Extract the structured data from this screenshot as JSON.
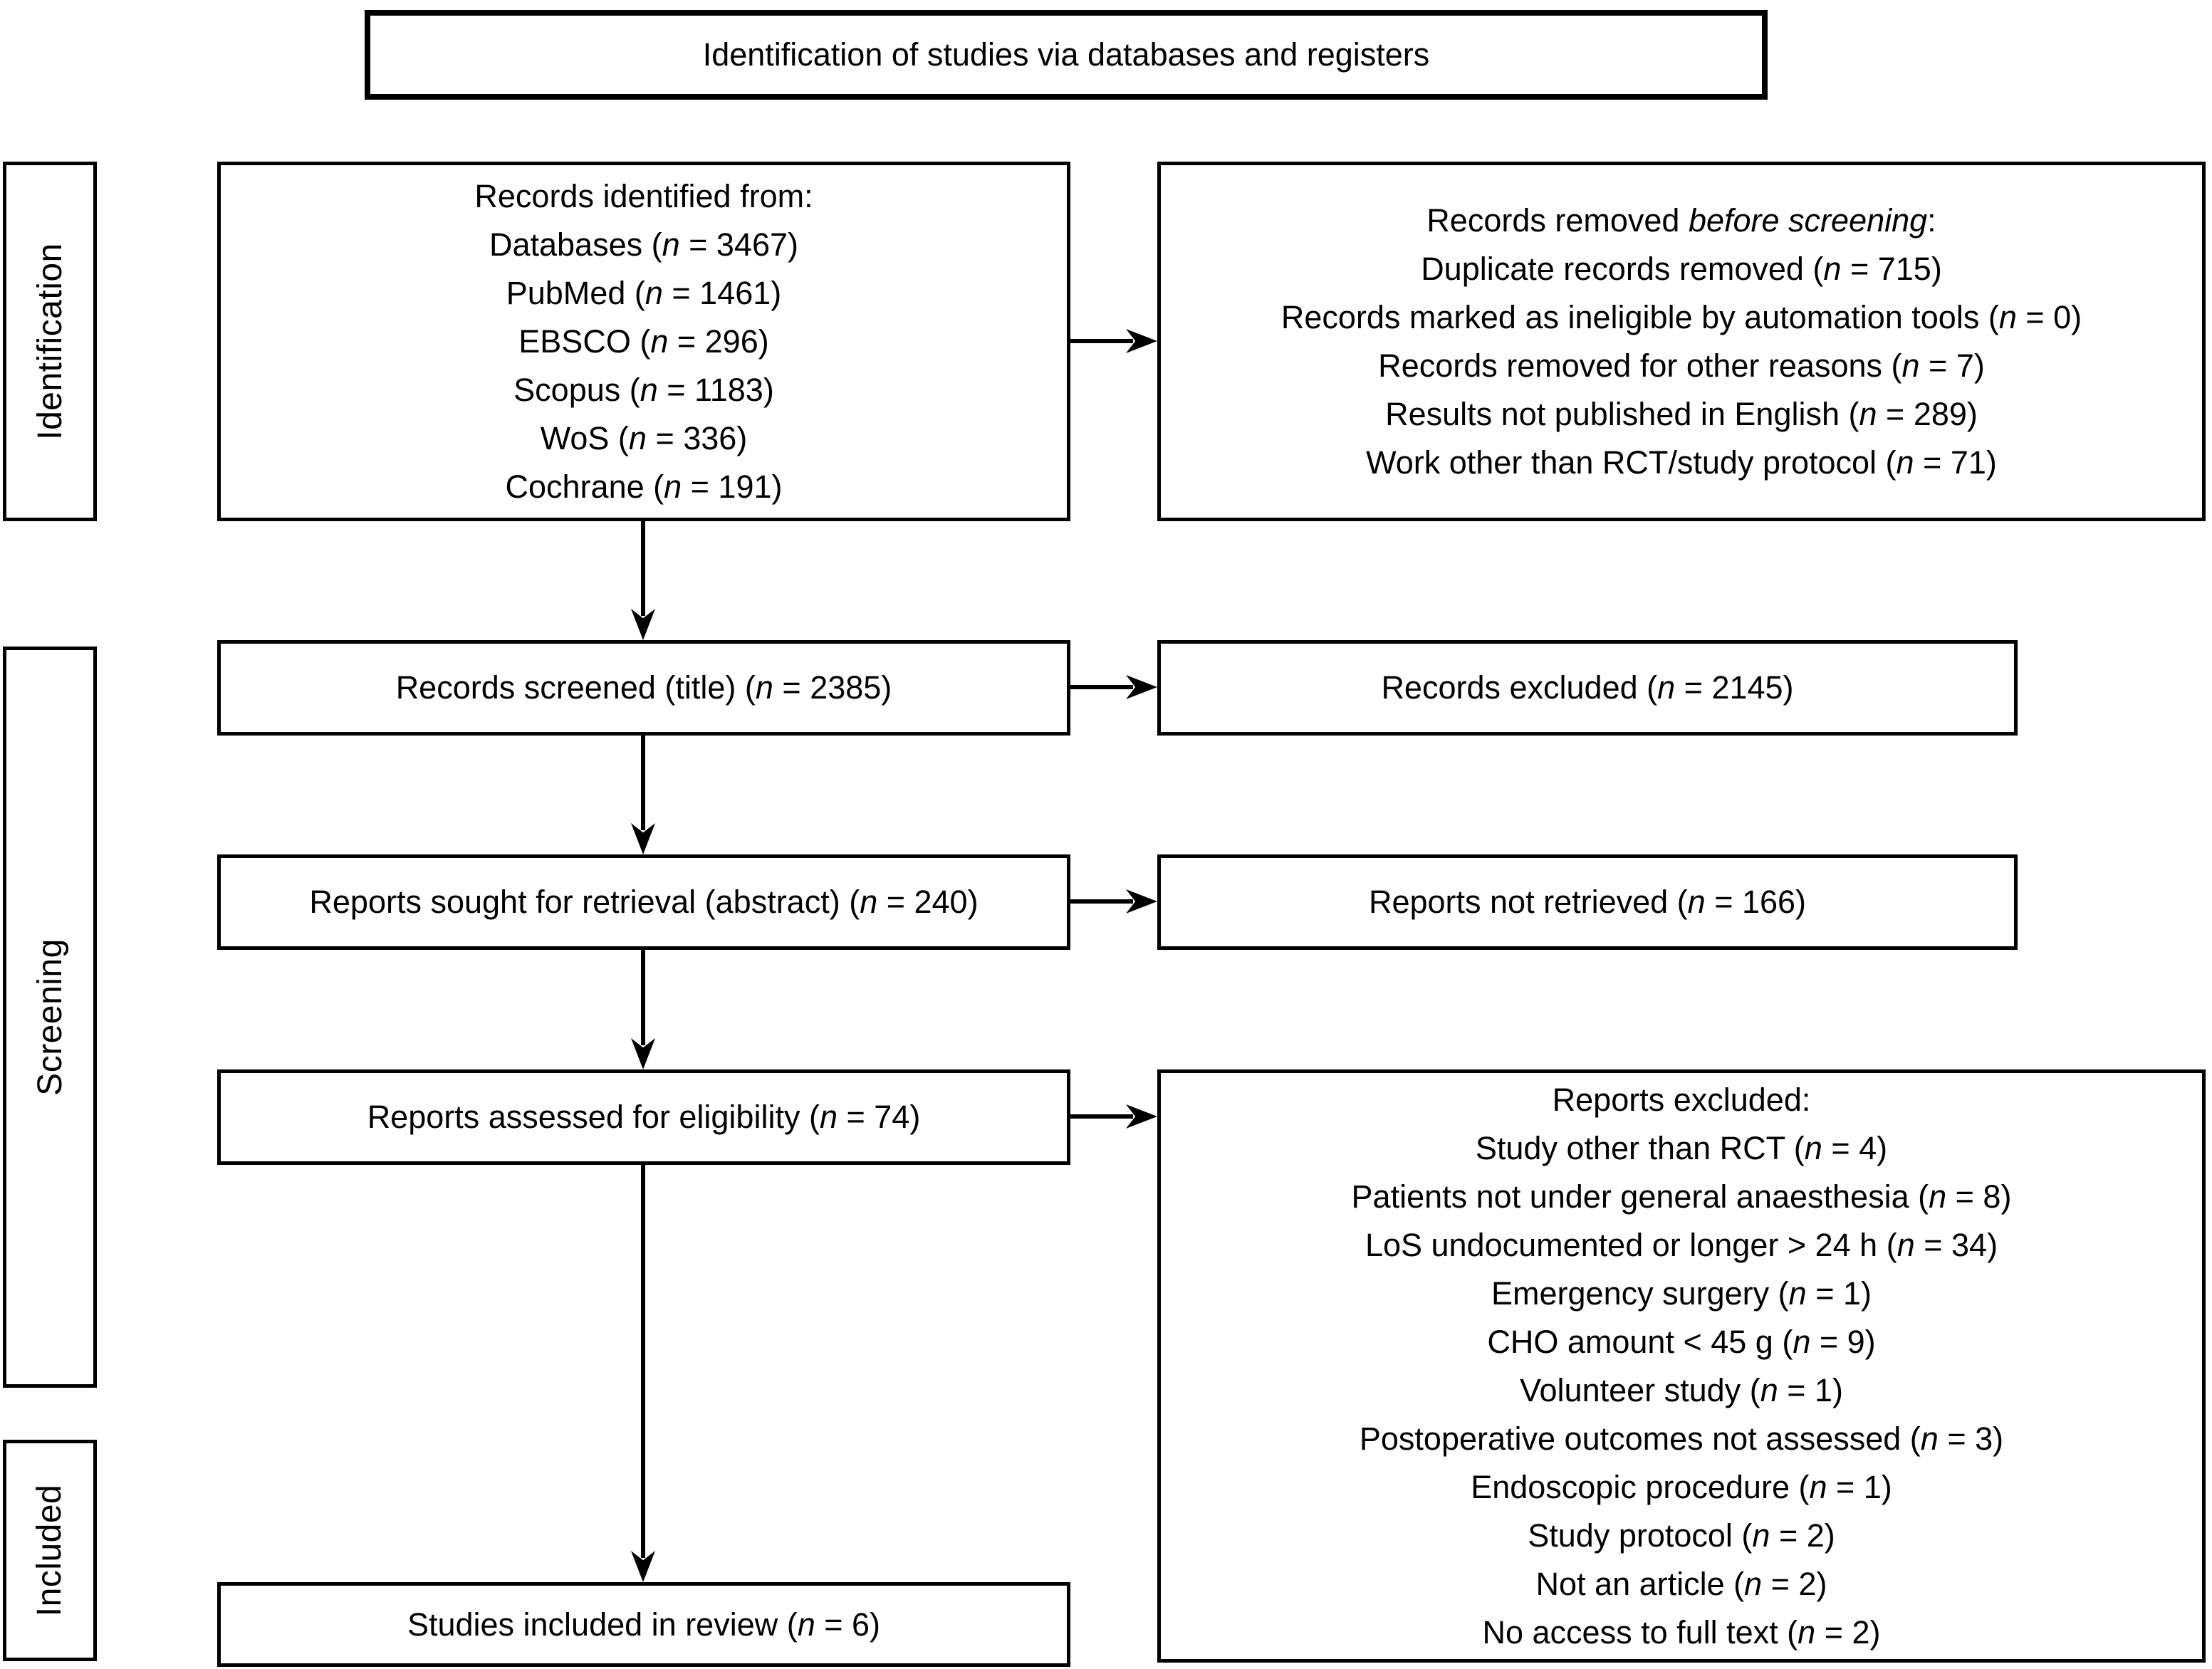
{
  "diagram": {
    "title": "Identification of studies via databases and registers"
  },
  "stages": {
    "identification": "Identification",
    "screening": "Screening",
    "included": "Included"
  },
  "boxes": {
    "identified": {
      "lines": [
        [
          {
            "t": "Records identified from:"
          }
        ],
        [
          {
            "t": "Databases ("
          },
          {
            "t": "n",
            "i": true
          },
          {
            "t": " = 3467)"
          }
        ],
        [
          {
            "t": "PubMed ("
          },
          {
            "t": "n",
            "i": true
          },
          {
            "t": " = 1461)"
          }
        ],
        [
          {
            "t": "EBSCO ("
          },
          {
            "t": "n",
            "i": true
          },
          {
            "t": " = 296)"
          }
        ],
        [
          {
            "t": "Scopus ("
          },
          {
            "t": "n",
            "i": true
          },
          {
            "t": " = 1183)"
          }
        ],
        [
          {
            "t": "WoS ("
          },
          {
            "t": "n",
            "i": true
          },
          {
            "t": " = 336)"
          }
        ],
        [
          {
            "t": "Cochrane ("
          },
          {
            "t": "n",
            "i": true
          },
          {
            "t": " = 191)"
          }
        ]
      ]
    },
    "removed": {
      "lines": [
        [
          {
            "t": "Records removed "
          },
          {
            "t": "before screening",
            "i": true
          },
          {
            "t": ":"
          }
        ],
        [
          {
            "t": "Duplicate records removed ("
          },
          {
            "t": "n",
            "i": true
          },
          {
            "t": " = 715)"
          }
        ],
        [
          {
            "t": "Records marked as ineligible by automation tools ("
          },
          {
            "t": "n",
            "i": true
          },
          {
            "t": " = 0)"
          }
        ],
        [
          {
            "t": "Records removed for other reasons ("
          },
          {
            "t": "n",
            "i": true
          },
          {
            "t": " = 7)"
          }
        ],
        [
          {
            "t": "Results not published in English ("
          },
          {
            "t": "n",
            "i": true
          },
          {
            "t": " = 289)"
          }
        ],
        [
          {
            "t": "Work other than RCT/study protocol ("
          },
          {
            "t": "n",
            "i": true
          },
          {
            "t": " = 71)"
          }
        ]
      ]
    },
    "screened": {
      "lines": [
        [
          {
            "t": "Records screened (title) ("
          },
          {
            "t": "n",
            "i": true
          },
          {
            "t": " = 2385)"
          }
        ]
      ]
    },
    "records_excluded": {
      "lines": [
        [
          {
            "t": "Records excluded ("
          },
          {
            "t": "n",
            "i": true
          },
          {
            "t": " = 2145)"
          }
        ]
      ]
    },
    "sought": {
      "lines": [
        [
          {
            "t": "Reports sought for retrieval (abstract) ("
          },
          {
            "t": "n",
            "i": true
          },
          {
            "t": " = 240)"
          }
        ]
      ]
    },
    "not_retrieved": {
      "lines": [
        [
          {
            "t": "Reports not retrieved ("
          },
          {
            "t": "n",
            "i": true
          },
          {
            "t": " = 166)"
          }
        ]
      ]
    },
    "assessed": {
      "lines": [
        [
          {
            "t": "Reports assessed for eligibility ("
          },
          {
            "t": "n",
            "i": true
          },
          {
            "t": " = 74)"
          }
        ]
      ]
    },
    "reports_excluded": {
      "lines": [
        [
          {
            "t": "Reports excluded:"
          }
        ],
        [
          {
            "t": "Study other than RCT ("
          },
          {
            "t": "n",
            "i": true
          },
          {
            "t": " = 4)"
          }
        ],
        [
          {
            "t": "Patients not under general anaesthesia ("
          },
          {
            "t": "n",
            "i": true
          },
          {
            "t": " = 8)"
          }
        ],
        [
          {
            "t": "LoS undocumented or longer > 24 h ("
          },
          {
            "t": "n",
            "i": true
          },
          {
            "t": " = 34)"
          }
        ],
        [
          {
            "t": "Emergency surgery ("
          },
          {
            "t": "n",
            "i": true
          },
          {
            "t": " = 1)"
          }
        ],
        [
          {
            "t": "CHO amount < 45 g ("
          },
          {
            "t": "n",
            "i": true
          },
          {
            "t": " = 9)"
          }
        ],
        [
          {
            "t": "Volunteer study ("
          },
          {
            "t": "n",
            "i": true
          },
          {
            "t": " = 1)"
          }
        ],
        [
          {
            "t": "Postoperative outcomes not assessed ("
          },
          {
            "t": "n",
            "i": true
          },
          {
            "t": " = 3)"
          }
        ],
        [
          {
            "t": "Endoscopic procedure ("
          },
          {
            "t": "n",
            "i": true
          },
          {
            "t": " = 1)"
          }
        ],
        [
          {
            "t": "Study protocol ("
          },
          {
            "t": "n",
            "i": true
          },
          {
            "t": " = 2)"
          }
        ],
        [
          {
            "t": "Not an article ("
          },
          {
            "t": "n",
            "i": true
          },
          {
            "t": " = 2)"
          }
        ],
        [
          {
            "t": "No access to full text ("
          },
          {
            "t": "n",
            "i": true
          },
          {
            "t": " = 2)"
          }
        ]
      ]
    },
    "included_studies": {
      "lines": [
        [
          {
            "t": "Studies included in review ("
          },
          {
            "t": "n",
            "i": true
          },
          {
            "t": " = 6)"
          }
        ]
      ]
    }
  },
  "colors": {
    "border": "#000000",
    "background": "#ffffff",
    "text": "#000000"
  }
}
